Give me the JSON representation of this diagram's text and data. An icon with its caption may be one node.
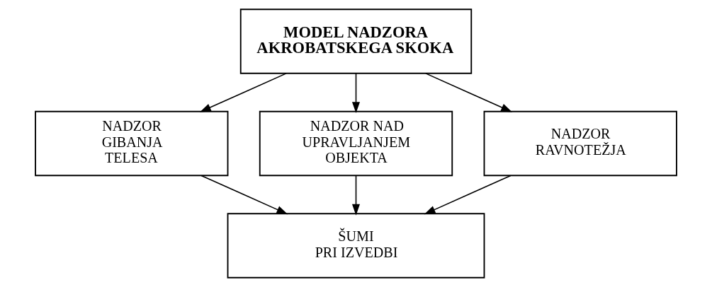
{
  "diagram": {
    "nodes": [
      {
        "text": [
          "MODEL NADZORA AKROBATSKEGA SKOKA"
        ]
      },
      {
        "text": [
          "NADZOR GIBANJA TELESA"
        ]
      },
      {
        "text": [
          "NADZOR NAD UPRAVLJANJEM OBJEKTA"
        ]
      },
      {
        "text": [
          "NADZOR RAVNOTEŽJA"
        ]
      },
      {
        "text": [
          "ŠUMI PRI IZVEDBI"
        ]
      }
    ],
    "edges": [
      {
        "from": 0,
        "to": 1,
        "arrow": "to"
      },
      {
        "from": 0,
        "to": 2,
        "arrow": "to"
      },
      {
        "from": 0,
        "to": 3,
        "arrow": "to"
      },
      {
        "from": 1,
        "to": 4,
        "arrow": "to"
      },
      {
        "from": 2,
        "to": 4,
        "arrow": "to"
      },
      {
        "from": 3,
        "to": 4,
        "arrow": "to"
      }
    ]
  }
}
